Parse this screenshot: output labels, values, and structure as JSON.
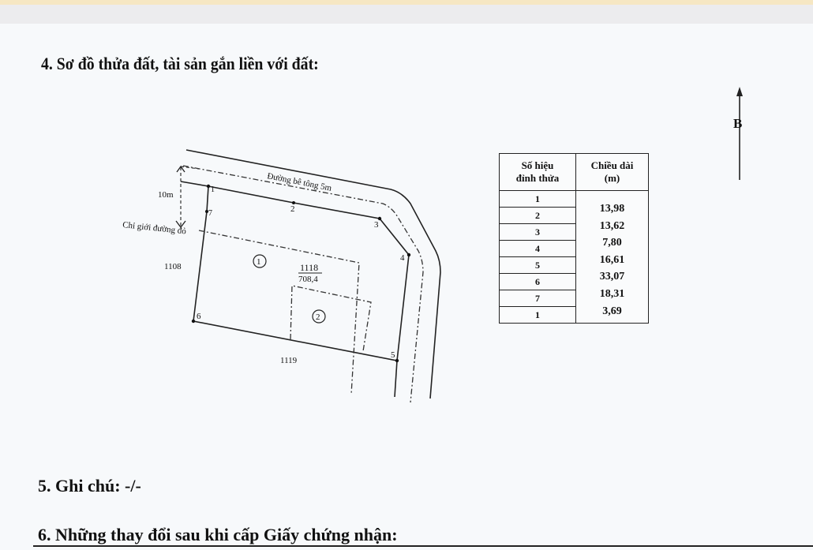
{
  "section4": {
    "title": "4. Sơ đồ thửa đất, tài sản gắn liền với đất:"
  },
  "section5": {
    "title": "5. Ghi chú: -/-"
  },
  "section6": {
    "title": "6. Những thay đổi sau khi cấp Giấy chứng nhận:"
  },
  "compass": {
    "label": "B"
  },
  "map": {
    "road_label": "Đường bê tông 5m",
    "setback_label": "10m",
    "boundary_label": "Chỉ giới đường đỏ",
    "neighbor_west": "1108",
    "neighbor_south": "1119",
    "parcel_number": "1118",
    "parcel_area": "708,4",
    "zone1": "1",
    "zone2": "2",
    "vertices": [
      "1",
      "2",
      "3",
      "4",
      "5",
      "6",
      "7"
    ]
  },
  "table": {
    "header_point": "Số hiệu đỉnh thửa",
    "header_point_l1": "Số hiệu",
    "header_point_l2": "đỉnh thửa",
    "header_length_l1": "Chiều dài",
    "header_length_l2": "(m)",
    "points": [
      "1",
      "2",
      "3",
      "4",
      "5",
      "6",
      "7",
      "1"
    ],
    "lengths": [
      "13,98",
      "13,62",
      "7,80",
      "16,61",
      "33,07",
      "18,31",
      "3,69"
    ]
  }
}
